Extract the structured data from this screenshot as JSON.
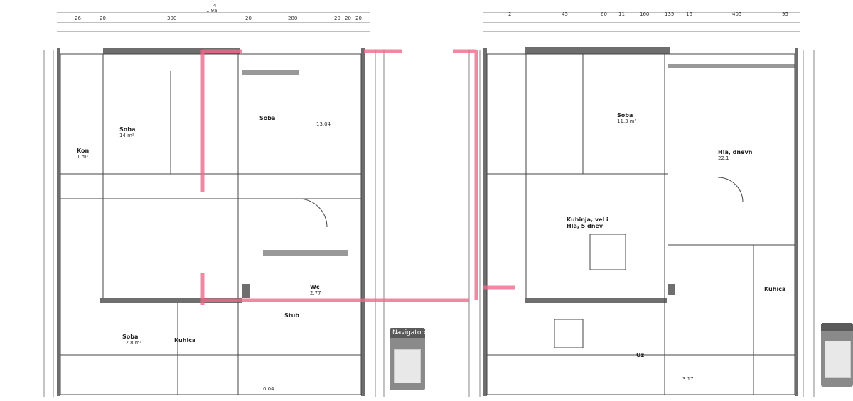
{
  "colors": {
    "wall": "#6e6e6e",
    "highlight": "#f06a8a",
    "line": "#444444",
    "navigator": "#8a8a8a"
  },
  "left_plan": {
    "top_dims": [
      "4",
      "1.9a",
      "26",
      "20",
      "300",
      "20",
      "280",
      "20",
      "20",
      "20"
    ],
    "rooms": [
      {
        "name": "Soba",
        "area": "14 m²"
      },
      {
        "name": "Soba",
        "area": "13.04"
      },
      {
        "name": "Kon",
        "area": "1 m²"
      },
      {
        "name": "Wc",
        "area": "2.77"
      },
      {
        "name": "Soba",
        "area": "12.8 m²"
      },
      {
        "name": "Kuhica",
        "area": ""
      },
      {
        "name": "Stub",
        "area": "0.04"
      }
    ]
  },
  "right_plan": {
    "top_dims": [
      "2",
      "45",
      "60",
      "11",
      "160",
      "135",
      "16",
      "405",
      "95"
    ],
    "rooms": [
      {
        "name": "Soba",
        "area": "11.3 m²"
      },
      {
        "name": "Kuhinja, vel i",
        "area": "Hla, 5 dnev"
      },
      {
        "name": "Hla, dnevn",
        "area": "22.1"
      },
      {
        "name": "Kuhica",
        "area": ""
      },
      {
        "name": "Uz",
        "area": "3.17"
      }
    ]
  },
  "navigator_left": {
    "title": "Navigator",
    "close_icon": "close-icon",
    "collapse_icon": "chevron-right-icon"
  },
  "navigator_right": {
    "title": "Navigator"
  }
}
